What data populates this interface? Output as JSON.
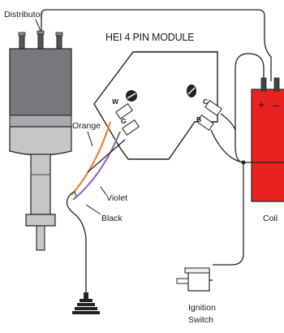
{
  "labels": {
    "distributor": "Distributor",
    "module_title": "HEI 4 PIN MODULE",
    "coil": "Coil",
    "ignition_switch_line1": "Ignition",
    "ignition_switch_line2": "Switch",
    "orange": "Orange",
    "violet": "Violet",
    "black": "Black"
  },
  "terminals": {
    "w": "W",
    "g": "G",
    "b": "B",
    "c": "C"
  },
  "coil_polarity": {
    "plus": "+",
    "minus": "–"
  },
  "colors": {
    "coil_red": "#e8231f",
    "distributor_cap": "#77787b",
    "distributor_body": "#c5c6c8",
    "module_face": "#ffffff",
    "wire_orange": "#f07b22",
    "wire_violet": "#8e5fae",
    "wire_black": "#222222"
  }
}
